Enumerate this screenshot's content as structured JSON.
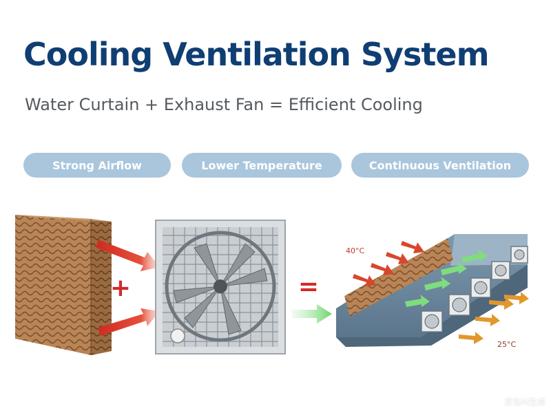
{
  "header": {
    "title": "Cooling Ventilation System",
    "subtitle": "Water Curtain + Exhaust Fan = Efficient Cooling"
  },
  "features": [
    {
      "label": "Strong Airflow"
    },
    {
      "label": "Lower Temperature"
    },
    {
      "label": "Continuous Ventilation"
    }
  ],
  "diagram": {
    "plus_symbol": "+",
    "equals_symbol": "=",
    "hot_temp": "40°C",
    "cool_temp": "25°C"
  },
  "watermark": "豆包AI生成",
  "colors": {
    "title": "#0f3e73",
    "pill": "#a9c6dd",
    "operator": "#d42a2a",
    "hot_arrow": "#d93a2b",
    "cool_arrow": "#e3962c",
    "airflow_arrow": "#7fdc7f",
    "pad": "#b07a4e"
  }
}
